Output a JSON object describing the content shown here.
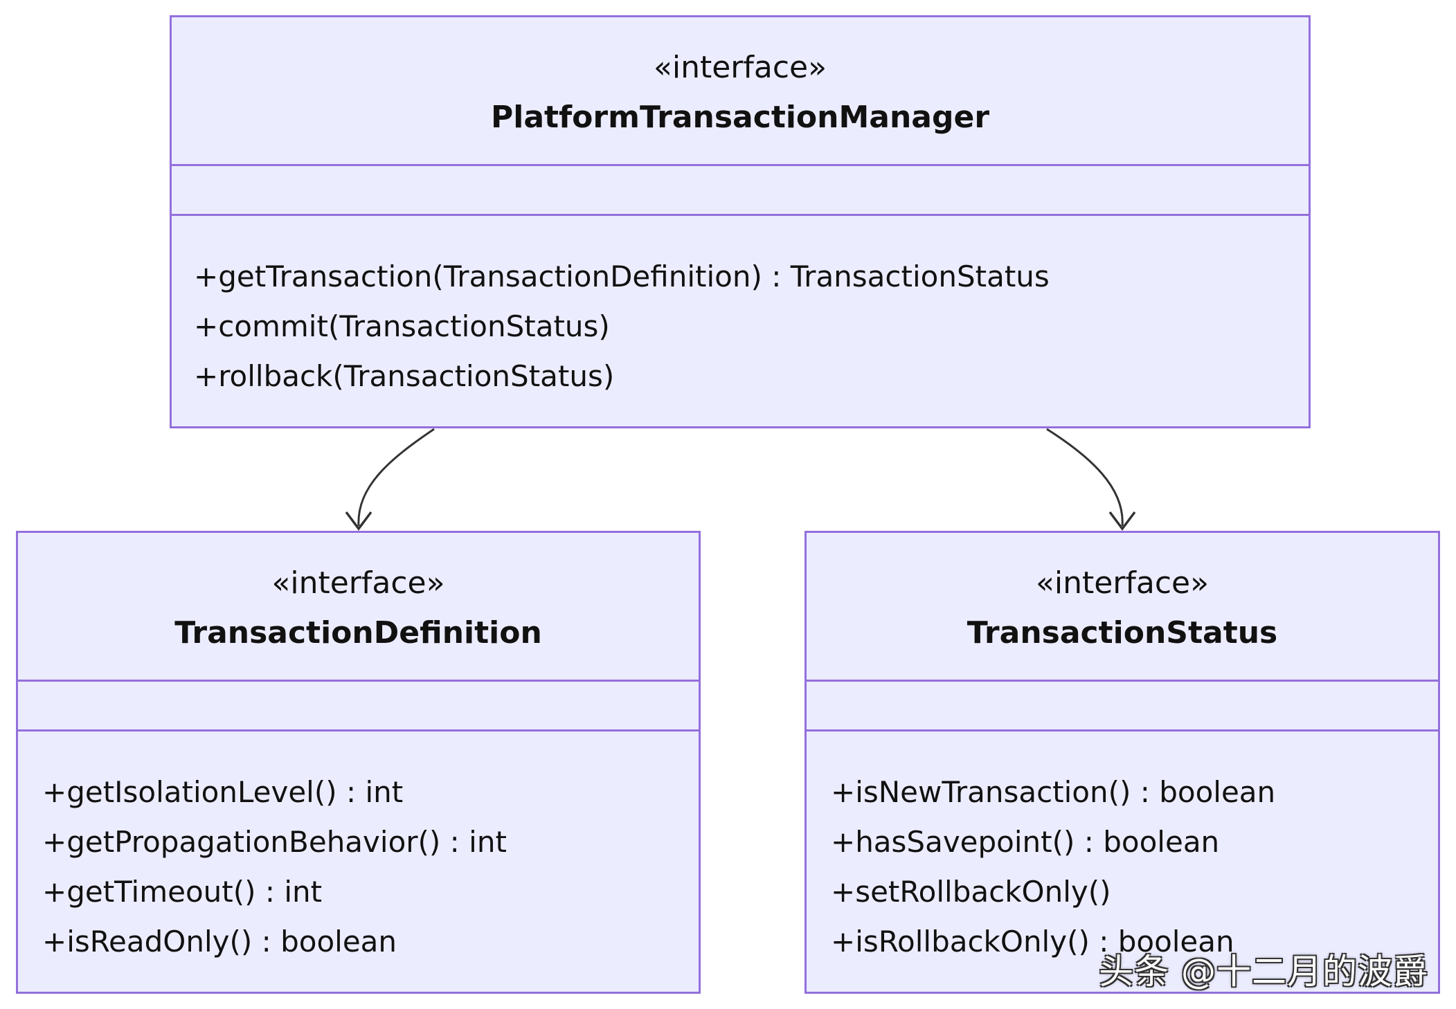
{
  "colors": {
    "box_fill": "#ECECFF",
    "box_border": "#9370DB",
    "edge": "#333333",
    "text": "#111111"
  },
  "classes": {
    "platform": {
      "stereotype": "«interface»",
      "name": "PlatformTransactionManager",
      "methods": [
        "+getTransaction(TransactionDefinition) : TransactionStatus",
        "+commit(TransactionStatus)",
        "+rollback(TransactionStatus)"
      ]
    },
    "definition": {
      "stereotype": "«interface»",
      "name": "TransactionDefinition",
      "methods": [
        "+getIsolationLevel() : int",
        "+getPropagationBehavior() : int",
        "+getTimeout() : int",
        "+isReadOnly() : boolean"
      ]
    },
    "status": {
      "stereotype": "«interface»",
      "name": "TransactionStatus",
      "methods": [
        "+isNewTransaction() : boolean",
        "+hasSavepoint() : boolean",
        "+setRollbackOnly()",
        "+isRollbackOnly() : boolean"
      ]
    }
  },
  "edges": [
    {
      "from": "PlatformTransactionManager",
      "to": "TransactionDefinition",
      "arrow": "open-arrow"
    },
    {
      "from": "PlatformTransactionManager",
      "to": "TransactionStatus",
      "arrow": "open-arrow"
    }
  ],
  "watermark": "头条 @十二月的波爵"
}
